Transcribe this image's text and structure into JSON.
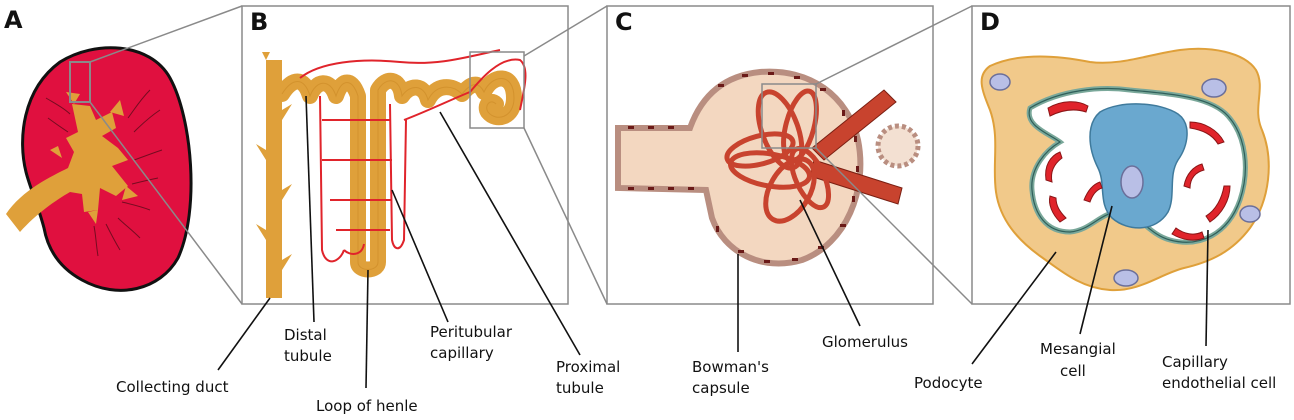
{
  "panels": {
    "a": "A",
    "b": "B",
    "c": "C",
    "d": "D"
  },
  "labels": {
    "collecting_duct": "Collecting duct",
    "distal_tubule_1": "Distal",
    "distal_tubule_2": "tubule",
    "loop_of_henle": "Loop of henle",
    "peritubular_1": "Peritubular",
    "peritubular_2": "capillary",
    "proximal_1": "Proximal",
    "proximal_2": "tubule",
    "bowmans_1": "Bowman's",
    "bowmans_2": "capsule",
    "glomerulus": "Glomerulus",
    "podocyte": "Podocyte",
    "mesangial_1": "Mesangial",
    "mesangial_2": "cell",
    "capillary_1": "Capillary",
    "capillary_2": "endothelial cell"
  },
  "colors": {
    "kidney": "#e0103f",
    "tubule": "#dfa03a",
    "capillary": "#e0242b",
    "capsule": "#f3d7c0",
    "cell_wall": "#b98e80",
    "glomerulus": "#c8432e",
    "mesangial": "#6aa8cf",
    "matrix": "#f1c98a",
    "frame": "#8a8a8a"
  }
}
